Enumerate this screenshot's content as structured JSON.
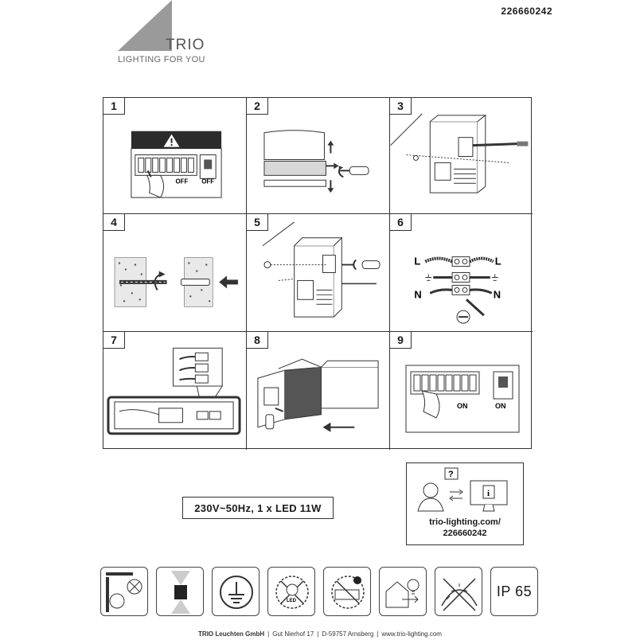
{
  "header": {
    "brand_name": "TRIO",
    "brand_tagline": "LIGHTING FOR YOU",
    "article_number": "226660242"
  },
  "steps": [
    {
      "number": "1",
      "switch_label_small": "OFF",
      "switch_label_box": "OFF"
    },
    {
      "number": "2"
    },
    {
      "number": "3"
    },
    {
      "number": "4"
    },
    {
      "number": "5"
    },
    {
      "number": "6",
      "wire_left_top": "L",
      "wire_right_top": "L",
      "wire_left_bottom": "N",
      "wire_right_bottom": "N"
    },
    {
      "number": "7"
    },
    {
      "number": "8"
    },
    {
      "number": "9",
      "switch_label_small": "ON",
      "switch_label_box": "ON"
    }
  ],
  "spec": "230V~50Hz, 1 x LED 11W",
  "info": {
    "url_line1": "trio-lighting.com/",
    "url_line2": "226660242",
    "question_glyph": "?",
    "info_glyph": "i"
  },
  "badges": {
    "ip_rating": "IP 65",
    "led_label": "LED"
  },
  "footer": {
    "company": "TRIO Leuchten GmbH",
    "address": "Gut Nierhof 17",
    "city": "D-59757 Arnsberg",
    "web": "www.trio-lighting.com"
  },
  "colors": {
    "logo_triangle": "#9a9a9a",
    "warning_banner": "#2b2b2b",
    "line": "#333333"
  }
}
